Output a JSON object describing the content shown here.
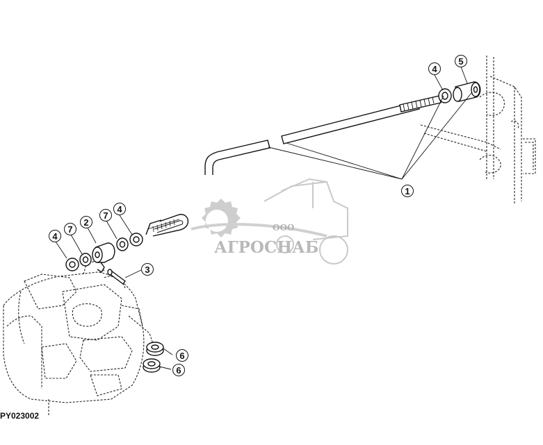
{
  "figure_code": "PY023002",
  "watermark": {
    "prefix": "ООО",
    "company": "АГРОСНАБ"
  },
  "callouts": [
    {
      "label": "1"
    },
    {
      "label": "2"
    },
    {
      "label": "3"
    },
    {
      "label": "4"
    },
    {
      "label": "4"
    },
    {
      "label": "4"
    },
    {
      "label": "5"
    },
    {
      "label": "6"
    },
    {
      "label": "6"
    },
    {
      "label": "7"
    },
    {
      "label": "7"
    }
  ]
}
